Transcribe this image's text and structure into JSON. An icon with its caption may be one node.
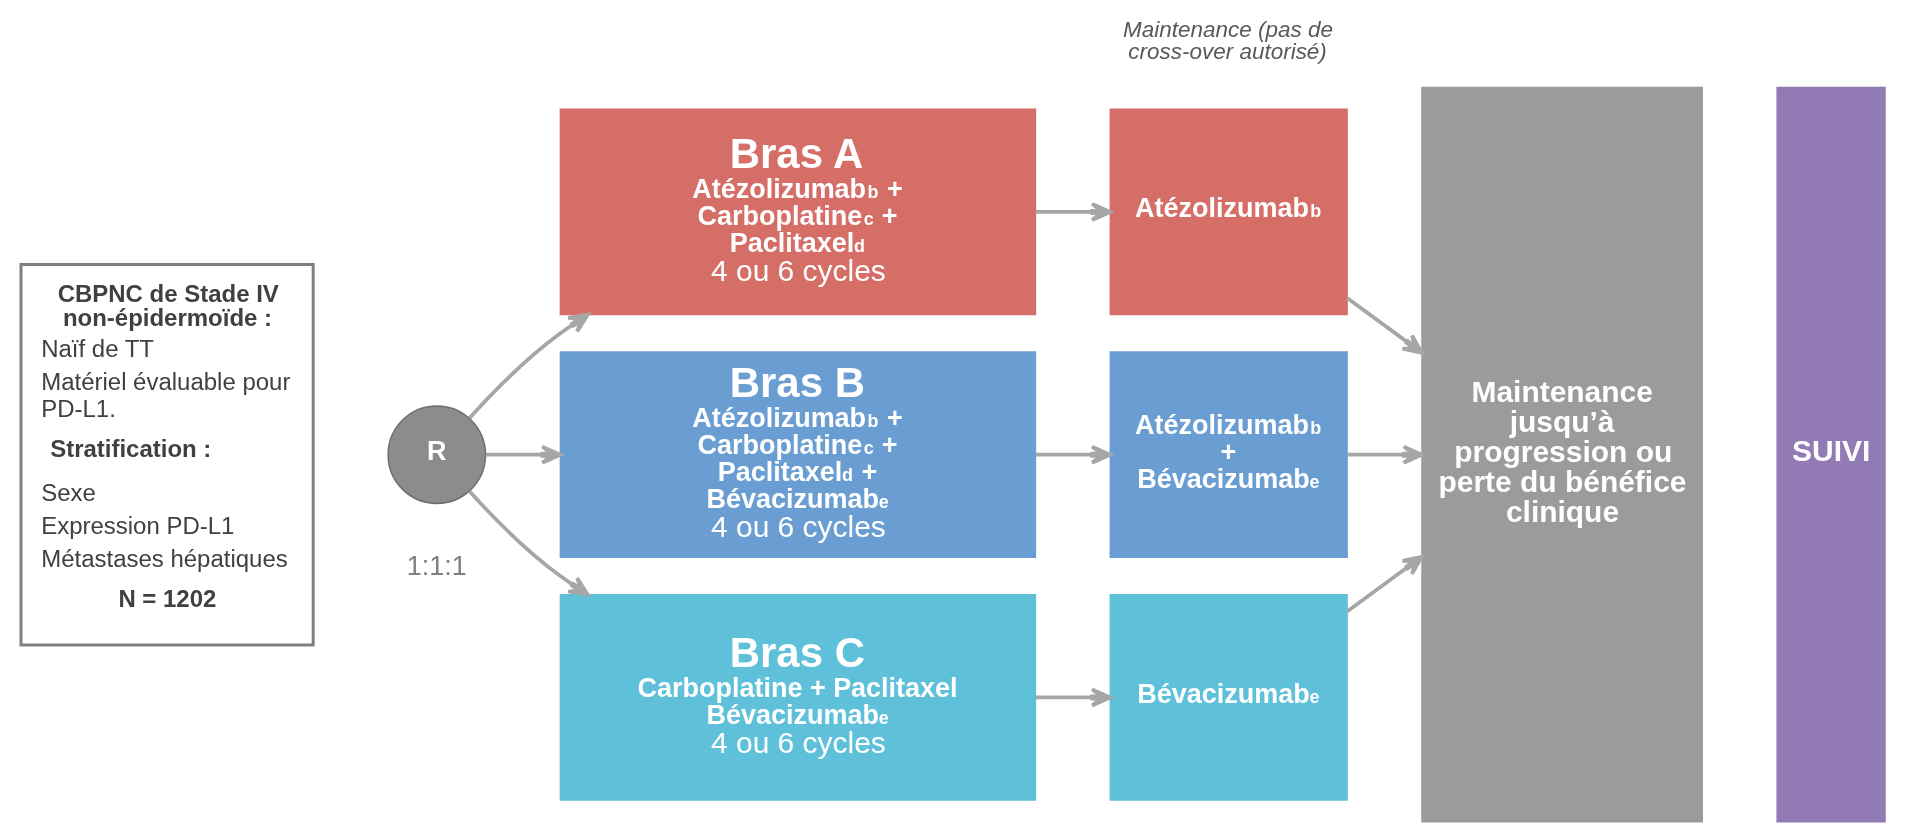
{
  "diagram": {
    "nodes": [
      {
        "text": [
          "CBPNC de Stade IV non-épidermoïde :",
          "Naïf de TT",
          "Matériel évaluable pour PD-L1.",
          "Stratification :",
          "Sexe",
          "Expression PD-L1",
          "Métastases hépatiques",
          "N = 1202"
        ]
      },
      {
        "text": [
          "R"
        ],
        "beside": [
          "1:1:1"
        ]
      },
      {
        "text": [
          "Bras A",
          "Atézolizumab$^{b}$ + Carboplatine$^{c}$ + Paclitaxel$^{d}$",
          "4 ou 6 cycles"
        ]
      },
      {
        "text": [
          "Atézolizumab$^{b}$"
        ]
      },
      {
        "text": [
          "Bras B",
          "Atézolizumab$^{b}$ + Carboplatine$^{c}$ + Paclitaxel$^{d}$ + Bévacizumab$^{e}$",
          "4 ou 6 cycles"
        ]
      },
      {
        "text": [
          "Atézolizumab$^{b}$ + Bévacizumab$^{e}$"
        ]
      },
      {
        "text": [
          "Bras C",
          "Carboplatine + Paclitaxel Bévacizumab$^{e}$",
          "4 ou 6 cycles"
        ]
      },
      {
        "text": [
          "Bévacizumab$^{e}$"
        ]
      },
      {
        "text": [
          "Maintenance jusqu’à progression ou perte du bénéfice clinique"
        ]
      },
      {
        "text": [
          "SUIVI"
        ]
      }
    ],
    "edges": [
      {
        "from": 1,
        "to": 2,
        "arrow": "to"
      },
      {
        "from": 1,
        "to": 4,
        "arrow": "to"
      },
      {
        "from": 1,
        "to": 6,
        "arrow": "to"
      },
      {
        "from": 2,
        "to": 3,
        "arrow": "to"
      },
      {
        "from": 4,
        "to": 5,
        "arrow": "to"
      },
      {
        "from": 6,
        "to": 7,
        "arrow": "to"
      },
      {
        "from": 3,
        "to": 8,
        "arrow": "to"
      },
      {
        "from": 5,
        "to": 8,
        "arrow": "to"
      },
      {
        "from": 7,
        "to": 8,
        "arrow": "to"
      }
    ],
    "labels": [
      "Maintenance (pas de cross-over autorisé)"
    ]
  }
}
